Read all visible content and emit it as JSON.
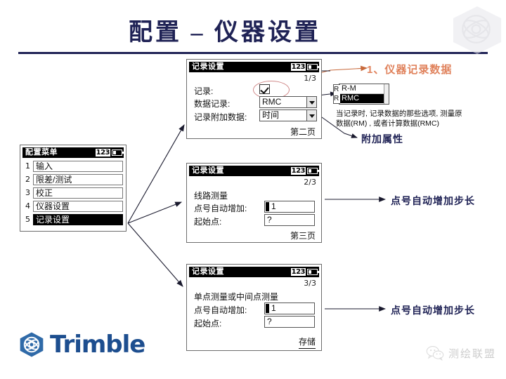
{
  "header": {
    "title": "配置 – 仪器设置",
    "corner_logo_icon": "trimble-globe-icon"
  },
  "menu_screen": {
    "title": "配置菜单",
    "badge": "123",
    "battery_icon": "battery-icon",
    "items": [
      {
        "num": "1",
        "label": "输入",
        "selected": false
      },
      {
        "num": "2",
        "label": "限差/测试",
        "selected": false
      },
      {
        "num": "3",
        "label": "校正",
        "selected": false
      },
      {
        "num": "4",
        "label": "仪器设置",
        "selected": false
      },
      {
        "num": "5",
        "label": "记录设置",
        "selected": true
      }
    ]
  },
  "screen1": {
    "title": "记录设置",
    "badge": "123",
    "battery_icon": "battery-icon",
    "page_indicator": "1/3",
    "rows": [
      {
        "label": "记录:",
        "type": "checkbox",
        "checked": true
      },
      {
        "label": "数据记录:",
        "type": "dropdown",
        "value": "RMC"
      },
      {
        "label": "记录附加数据:",
        "type": "dropdown",
        "value": "时间"
      }
    ],
    "softkey": "第二页"
  },
  "screen2": {
    "title": "记录设置",
    "badge": "123",
    "battery_icon": "battery-icon",
    "page_indicator": "2/3",
    "group_label": "线路测量",
    "rows": [
      {
        "label": "点号自动增加:",
        "value": "1"
      },
      {
        "label": "起始点:",
        "value": "?"
      }
    ],
    "softkey": "第三页"
  },
  "screen3": {
    "title": "记录设置",
    "badge": "123",
    "battery_icon": "battery-icon",
    "page_indicator": "3/3",
    "group_label": "单点测量或中间点测量",
    "rows": [
      {
        "label": "点号自动增加:",
        "value": "1"
      },
      {
        "label": "起始点:",
        "value": "?"
      }
    ],
    "softkey": "存储"
  },
  "annotations": {
    "a1_title": "1、仪器记录数据",
    "dropdown_options": [
      "R-M",
      "RMC"
    ],
    "dropdown_selected": "RMC",
    "dropdown_stub_top": "R",
    "dropdown_stub_bottom": "R",
    "a1_desc": "当记录时, 记录数据的那些选项, 测量原\n数据(RM) ,  或者计算数据(RMC)",
    "a2_title": "附加属性",
    "a3_title": "点号自动增加步长",
    "a4_title": "点号自动增加步长"
  },
  "footer": {
    "brand": "Trimble",
    "brand_icon": "trimble-globe-icon",
    "watermark_text": "测绘联盟",
    "watermark_icon": "wechat-icon"
  },
  "colors": {
    "title_navy": "#1f2255",
    "accent_orange": "#e0825c",
    "trimble_blue": "#1d4e8f",
    "ellipse_pink": "#d08a8a"
  }
}
